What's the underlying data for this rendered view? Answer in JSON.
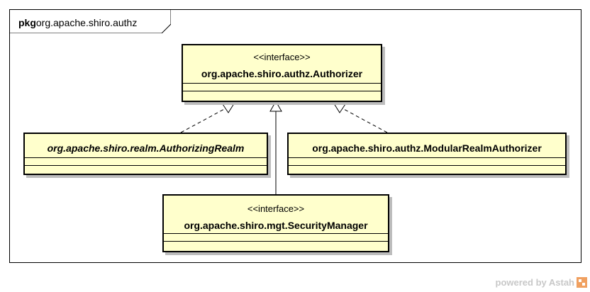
{
  "package": {
    "keyword": "pkg",
    "name": "org.apache.shiro.authz"
  },
  "classes": {
    "authorizer": {
      "stereotype": "<<interface>>",
      "name": "org.apache.shiro.authz.Authorizer"
    },
    "authorizing_realm": {
      "stereotype": "",
      "name": "org.apache.shiro.realm.AuthorizingRealm"
    },
    "modular_realm_authorizer": {
      "stereotype": "",
      "name": "org.apache.shiro.authz.ModularRealmAuthorizer"
    },
    "security_manager": {
      "stereotype": "<<interface>>",
      "name": "org.apache.shiro.mgt.SecurityManager"
    }
  },
  "relations": [
    {
      "type": "realization",
      "from": "authorizing_realm",
      "to": "authorizer"
    },
    {
      "type": "generalization",
      "from": "security_manager",
      "to": "authorizer"
    },
    {
      "type": "realization",
      "from": "modular_realm_authorizer",
      "to": "authorizer"
    }
  ],
  "footer": {
    "powered_by": "powered by Astah"
  },
  "colors": {
    "class_fill": "#ffffcc",
    "border": "#000000",
    "shadow": "#bdbdbd",
    "footer_text": "#c8c8c8",
    "logo": "#f0a060"
  }
}
